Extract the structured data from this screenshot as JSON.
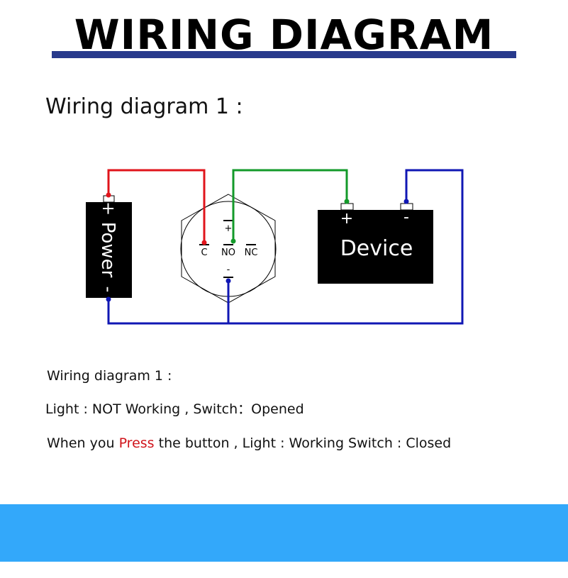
{
  "banner": {
    "title": "WIRING DIAGRAM",
    "underline_color": "#283a8c"
  },
  "section_heading": "Wiring diagram 1 :",
  "diagram": {
    "power_label_plus": "+",
    "power_label_word": "Power",
    "power_label_minus": "-",
    "switch_pin_plus": "+",
    "switch_pin_minus": "-",
    "switch_pin_c": "C",
    "switch_pin_no": "NO",
    "switch_pin_nc": "NC",
    "device_label": "Device",
    "device_plus": "+",
    "device_minus": "-",
    "colors": {
      "wire_red": "#e0141b",
      "wire_green": "#139a2a",
      "wire_blue": "#1017b4",
      "block": "#000000"
    }
  },
  "description": {
    "line1": "Wiring diagram 1 :",
    "line2": "Light : NOT Working , Switch：Opened",
    "line3_before": "When you ",
    "line3_press": "Press",
    "line3_after": " the button , Light : Working Switch : Closed"
  },
  "footer": {
    "color": "#33a8fa"
  }
}
